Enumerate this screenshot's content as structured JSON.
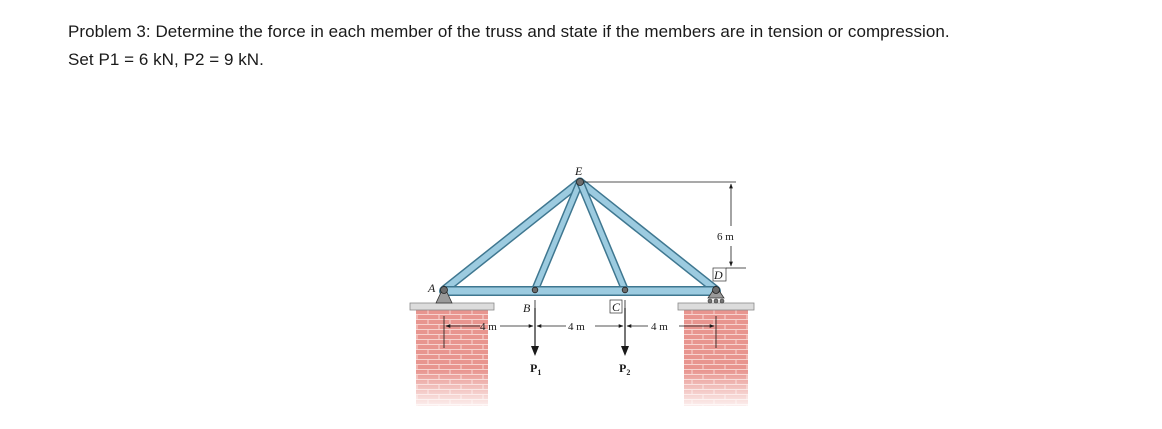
{
  "problem": {
    "line1": "Problem 3: Determine the force in each member of the truss and state if the members are in tension or compression.",
    "line2": "Set P1 = 6 kN, P2 = 9 kN."
  },
  "figure": {
    "joints": {
      "A": "A",
      "B": "B",
      "C": "C",
      "D": "D",
      "E": "E"
    },
    "dimensions": {
      "span_ab": "4 m",
      "span_bc": "4 m",
      "span_cd": "4 m",
      "height": "6 m"
    },
    "loads": {
      "p1": "P",
      "p1_sub": "1",
      "p2": "P",
      "p2_sub": "2"
    },
    "colors": {
      "member": "#9ccbe0",
      "member_edge": "#3f7790",
      "brick": "#e8958f",
      "brick_line": "#f7d3cf"
    }
  }
}
